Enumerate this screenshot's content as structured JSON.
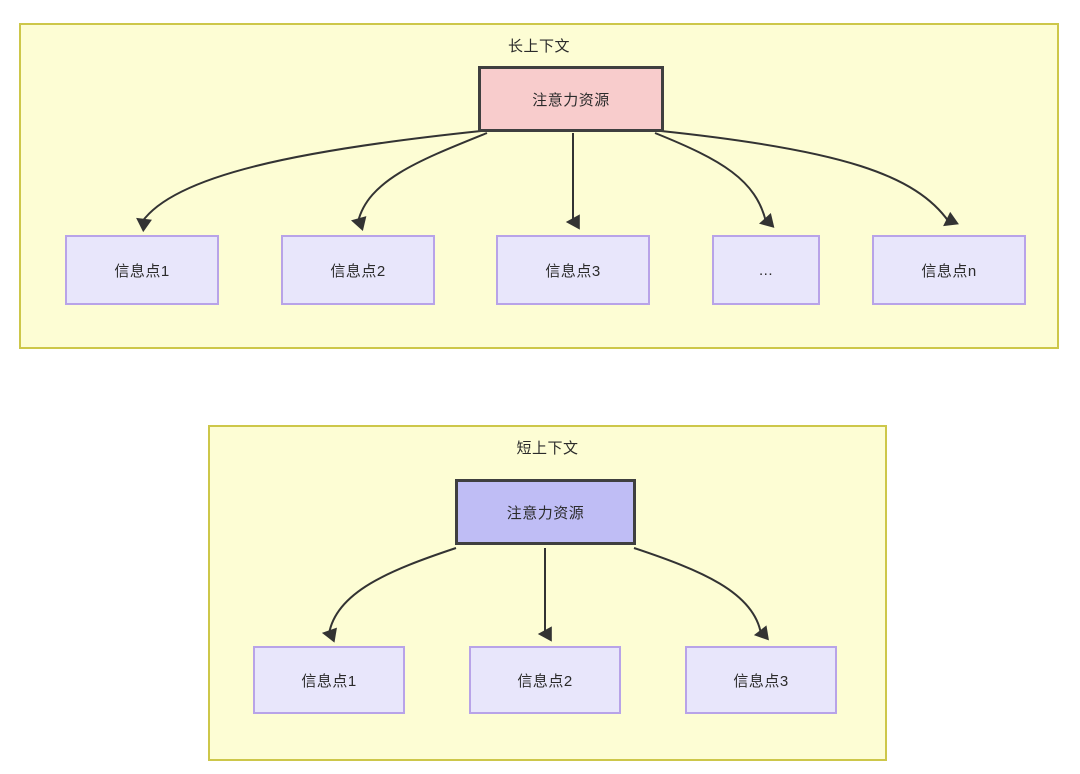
{
  "diagram": {
    "sections": [
      {
        "id": "long-context",
        "title": "长上下文",
        "root": {
          "label": "注意力资源",
          "fill": "#f8cccc",
          "stroke": "#3f3f3f"
        },
        "leaves": [
          {
            "label": "信息点1"
          },
          {
            "label": "信息点2"
          },
          {
            "label": "信息点3"
          },
          {
            "label": "..."
          },
          {
            "label": "信息点n"
          }
        ],
        "container": {
          "fill": "#fdfdd4",
          "stroke": "#cdc74a"
        }
      },
      {
        "id": "short-context",
        "title": "短上下文",
        "root": {
          "label": "注意力资源",
          "fill": "#bfbdf5",
          "stroke": "#3f3f3f"
        },
        "leaves": [
          {
            "label": "信息点1"
          },
          {
            "label": "信息点2"
          },
          {
            "label": "信息点3"
          }
        ],
        "container": {
          "fill": "#fdfdd4",
          "stroke": "#cdc74a"
        }
      }
    ],
    "colors": {
      "leaf_fill": "#e8e6fb",
      "leaf_stroke": "#b8a3e8",
      "edge_stroke": "#333333",
      "text": "#2b2b2b",
      "page_background": "#ffffff"
    }
  }
}
